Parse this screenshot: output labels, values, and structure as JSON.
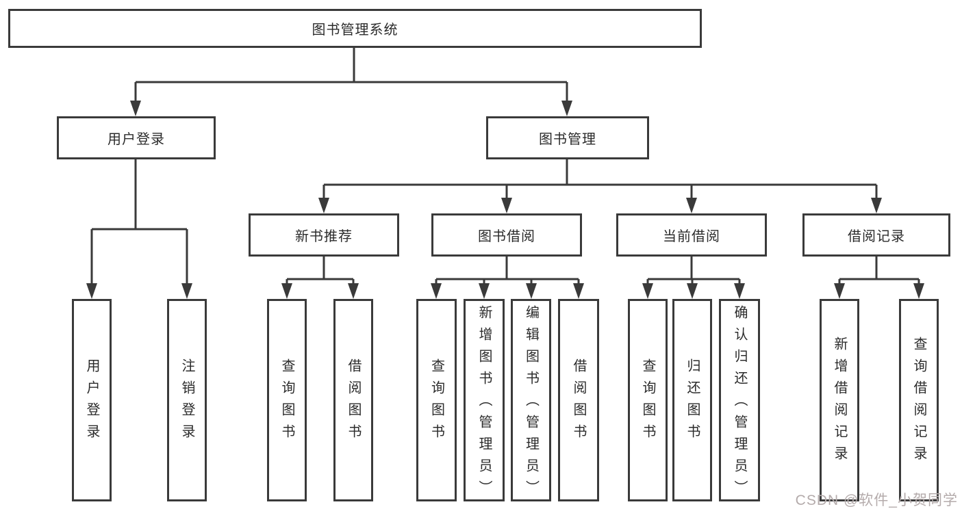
{
  "nodes": {
    "root": {
      "label": "图书管理系统"
    },
    "user_login": {
      "label": "用户登录"
    },
    "book_management": {
      "label": "图书管理"
    },
    "new_book_recommend": {
      "label": "新书推荐"
    },
    "book_borrowing": {
      "label": "图书借阅"
    },
    "current_borrowing": {
      "label": "当前借阅"
    },
    "borrowing_records": {
      "label": "借阅记录"
    },
    "leaf_user_login": {
      "label": "用户登录"
    },
    "leaf_logout_login": {
      "label": "注销登录"
    },
    "leaf_nb_query_books": {
      "label": "查询图书"
    },
    "leaf_nb_borrow_books": {
      "label": "借阅图书"
    },
    "leaf_bb_query_books": {
      "label": "查询图书"
    },
    "leaf_bb_add_books_admin": {
      "label": "新增图书（管理员）"
    },
    "leaf_bb_edit_books_admin": {
      "label": "编辑图书（管理员）"
    },
    "leaf_bb_borrow_books": {
      "label": "借阅图书"
    },
    "leaf_cb_query_books": {
      "label": "查询图书"
    },
    "leaf_cb_return_books": {
      "label": "归还图书"
    },
    "leaf_cb_confirm_return_admin": {
      "label": "确认归还（管理员）"
    },
    "leaf_br_add_record": {
      "label": "新增借阅记录"
    },
    "leaf_br_query_record": {
      "label": "查询借阅记录"
    }
  },
  "watermark": {
    "text": "CSDN @软件_小贺同学"
  },
  "colors": {
    "line": "#3a3a3a",
    "box_border": "#3a3a3a",
    "text": "#2b2b2b",
    "background": "#ffffff",
    "watermark": "#b4abab"
  }
}
